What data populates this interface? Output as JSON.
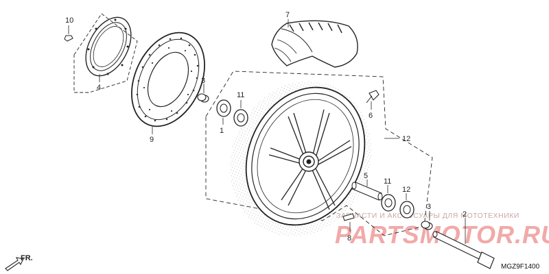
{
  "diagram": {
    "part_code": "MGZ9F1400",
    "direction_label": "FR.",
    "callouts": [
      {
        "id": "c10",
        "label": "10"
      },
      {
        "id": "c4",
        "label": "4"
      },
      {
        "id": "c9",
        "label": "9"
      },
      {
        "id": "c7",
        "label": "7"
      },
      {
        "id": "c3a",
        "label": "3"
      },
      {
        "id": "c11a",
        "label": "11"
      },
      {
        "id": "c12a",
        "label": "12"
      },
      {
        "id": "c1",
        "label": "1"
      },
      {
        "id": "c6",
        "label": "6"
      },
      {
        "id": "c5",
        "label": "5"
      },
      {
        "id": "c11b",
        "label": "11"
      },
      {
        "id": "c12b",
        "label": "12"
      },
      {
        "id": "c3b",
        "label": "3"
      },
      {
        "id": "c2",
        "label": "2"
      },
      {
        "id": "c8",
        "label": "8"
      }
    ]
  },
  "watermark": {
    "url": "PARTSMOTOR.RU",
    "tagline": "ЗАПЧАСТИ И АКСЕССУАРЫ ДЛЯ МОТОТЕХНИКИ",
    "color": "#f2a9a9"
  }
}
